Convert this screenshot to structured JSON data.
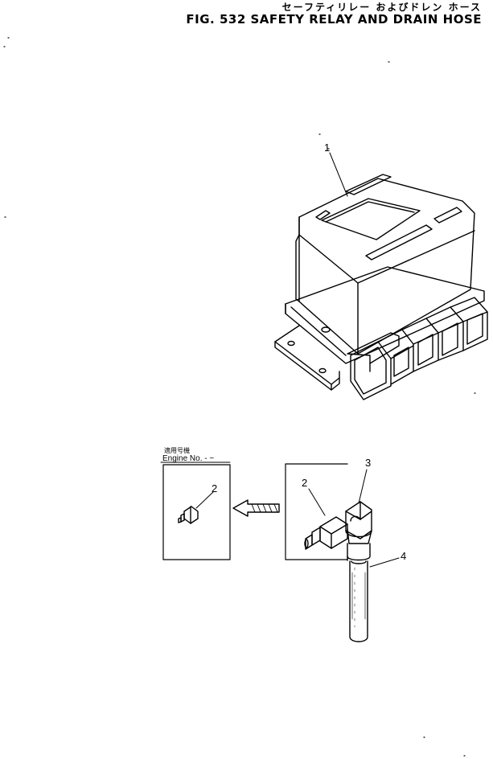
{
  "header": {
    "title_jp": "セーフティリレー およびドレン ホース",
    "title_en": "FIG. 532  SAFETY RELAY AND DRAIN HOSE"
  },
  "callouts": {
    "relay": "1",
    "plug_old": "2",
    "plug_new": "2",
    "elbow": "3",
    "hose": "4"
  },
  "engine_label": {
    "jp": "適用号機",
    "en": "Engine No.  - ~"
  }
}
